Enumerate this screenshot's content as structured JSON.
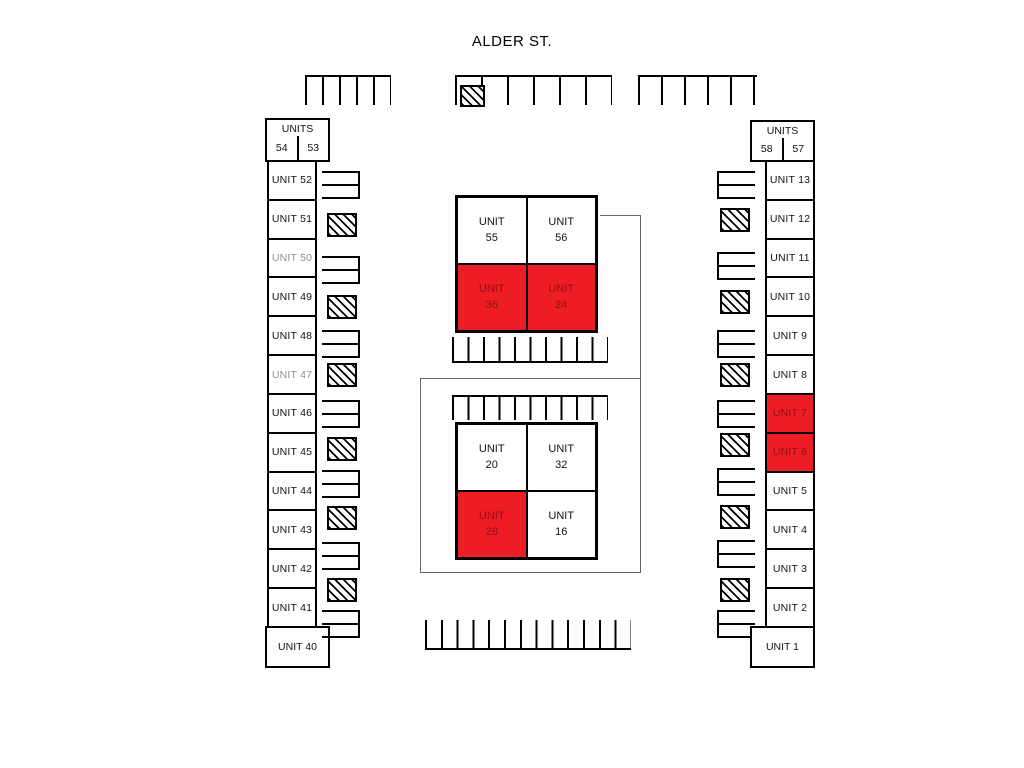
{
  "street": {
    "name": "ALDER ST."
  },
  "colors": {
    "highlight_red": "#ee1c25",
    "red_text": "#8d1216",
    "muted_gray": "#8e8e8e",
    "line_black": "#000000"
  },
  "left_column": {
    "top_box": {
      "title": "UNITS",
      "left_number": "54",
      "right_number": "53"
    },
    "units": [
      {
        "label": "UNIT 52",
        "state": "normal"
      },
      {
        "label": "UNIT 51",
        "state": "normal"
      },
      {
        "label": "UNIT 50",
        "state": "gray"
      },
      {
        "label": "UNIT 49",
        "state": "normal"
      },
      {
        "label": "UNIT 48",
        "state": "normal"
      },
      {
        "label": "UNIT 47",
        "state": "gray"
      },
      {
        "label": "UNIT 46",
        "state": "normal"
      },
      {
        "label": "UNIT 45",
        "state": "normal"
      },
      {
        "label": "UNIT 44",
        "state": "normal"
      },
      {
        "label": "UNIT 43",
        "state": "normal"
      },
      {
        "label": "UNIT 42",
        "state": "normal"
      },
      {
        "label": "UNIT 41",
        "state": "normal"
      }
    ],
    "bottom_box": {
      "label": "UNIT 40"
    }
  },
  "right_column": {
    "top_box": {
      "title": "UNITS",
      "left_number": "58",
      "right_number": "57"
    },
    "units": [
      {
        "label": "UNIT 13",
        "state": "normal"
      },
      {
        "label": "UNIT 12",
        "state": "normal"
      },
      {
        "label": "UNIT 11",
        "state": "normal"
      },
      {
        "label": "UNIT 10",
        "state": "normal"
      },
      {
        "label": "UNIT 9",
        "state": "normal"
      },
      {
        "label": "UNIT 8",
        "state": "normal"
      },
      {
        "label": "UNIT 7",
        "state": "red"
      },
      {
        "label": "UNIT 6",
        "state": "red"
      },
      {
        "label": "UNIT 5",
        "state": "normal"
      },
      {
        "label": "UNIT 4",
        "state": "normal"
      },
      {
        "label": "UNIT 3",
        "state": "normal"
      },
      {
        "label": "UNIT 2",
        "state": "normal"
      }
    ],
    "bottom_box": {
      "label": "UNIT 1"
    }
  },
  "center": {
    "top_block": {
      "cells": [
        {
          "line1": "UNIT",
          "line2": "55",
          "state": "normal"
        },
        {
          "line1": "UNIT",
          "line2": "56",
          "state": "normal"
        },
        {
          "line1": "UNIT",
          "line2": "36",
          "state": "red"
        },
        {
          "line1": "UNIT",
          "line2": "24",
          "state": "red"
        }
      ]
    },
    "bottom_block": {
      "cells": [
        {
          "line1": "UNIT",
          "line2": "20",
          "state": "normal"
        },
        {
          "line1": "UNIT",
          "line2": "32",
          "state": "normal"
        },
        {
          "line1": "UNIT",
          "line2": "28",
          "state": "red"
        },
        {
          "line1": "UNIT",
          "line2": "16",
          "state": "normal"
        }
      ]
    }
  }
}
